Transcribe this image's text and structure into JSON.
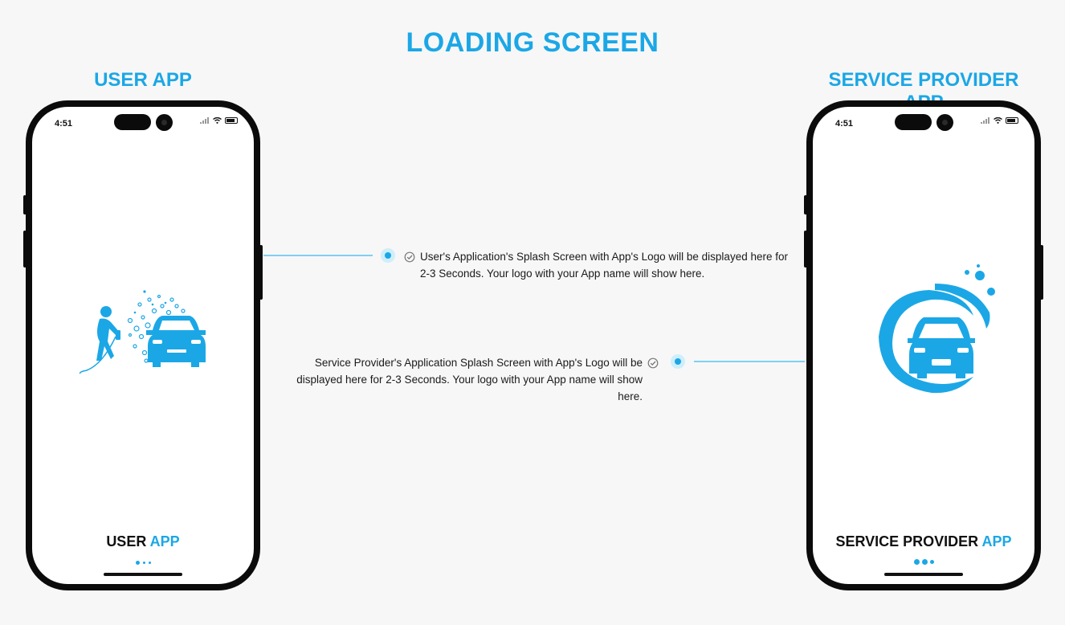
{
  "page": {
    "title": "LOADING SCREEN"
  },
  "user_app": {
    "heading": "USER APP",
    "status_time": "4:51",
    "name_part1": "USER",
    "name_part2": "APP",
    "note": "User's Application's Splash Screen with App's Logo will be displayed here for 2-3 Seconds. Your logo with your App name will show here."
  },
  "provider_app": {
    "heading": "SERVICE PROVIDER APP",
    "status_time": "4:51",
    "name_part1": "SERVICE PROVIDER",
    "name_part2": "APP",
    "note": "Service Provider's Application Splash Screen with App's Logo will be displayed here for 2-3 Seconds. Your logo with your App name will show here."
  },
  "icons": {
    "user_logo": "car-wash-person-icon",
    "provider_logo": "car-wash-swoosh-icon",
    "check": "check-circle-icon",
    "wifi": "wifi-icon",
    "battery": "battery-icon",
    "signal": "signal-icon"
  },
  "colors": {
    "accent": "#1ba7e6",
    "connector": "#7fd0f2",
    "phone_frame": "#0b0b0b"
  }
}
